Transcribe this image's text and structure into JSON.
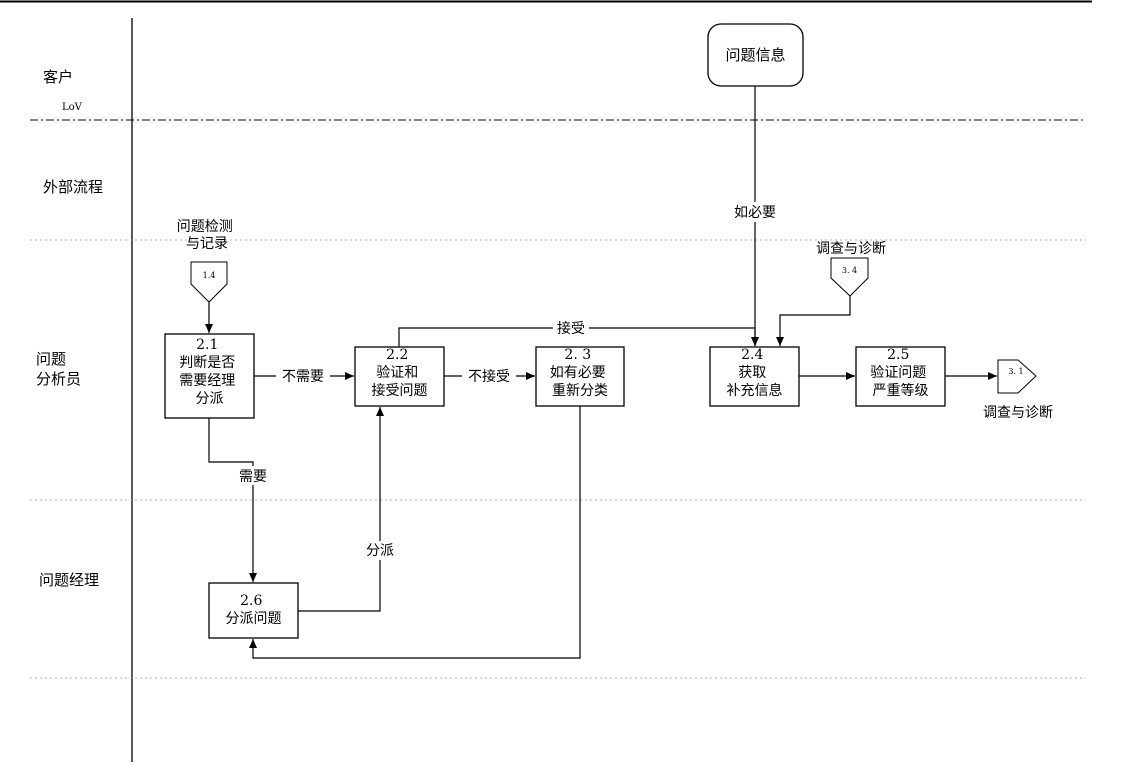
{
  "lanes": {
    "customer": "客户",
    "lov": "LoV",
    "external": "外部流程",
    "analyst_line1": "问题",
    "analyst_line2": "分析员",
    "manager": "问题经理"
  },
  "start_node": "问题信息",
  "connectors": {
    "c14": {
      "number": "1.4",
      "label_line1": "问题检测",
      "label_line2": "与记录"
    },
    "c34": {
      "number": "3. 4",
      "label": "调查与诊断"
    },
    "c31": {
      "number": "3. 1",
      "label": "调查与诊断"
    }
  },
  "boxes": {
    "b21": {
      "id": "2.1",
      "line1": "判断是否",
      "line2": "需要经理",
      "line3": "分派"
    },
    "b22": {
      "id": "2.2",
      "line1": "验证和",
      "line2": "接受问题"
    },
    "b23": {
      "id": "2. 3",
      "line1": "如有必要",
      "line2": "重新分类"
    },
    "b24": {
      "id": "2.4",
      "line1": "获取",
      "line2": "补充信息"
    },
    "b25": {
      "id": "2.5",
      "line1": "验证问题",
      "line2": "严重等级"
    },
    "b26": {
      "id": "2.6",
      "line1": "分派问题"
    }
  },
  "edge_labels": {
    "if_needed": "如必要",
    "accept": "接受",
    "not_needed": "不需要",
    "not_accept": "不接受",
    "needed": "需要",
    "assign": "分派"
  },
  "colors": {
    "line": "#000000",
    "background": "#ffffff",
    "dotted_separator": "#b0b0b0"
  }
}
